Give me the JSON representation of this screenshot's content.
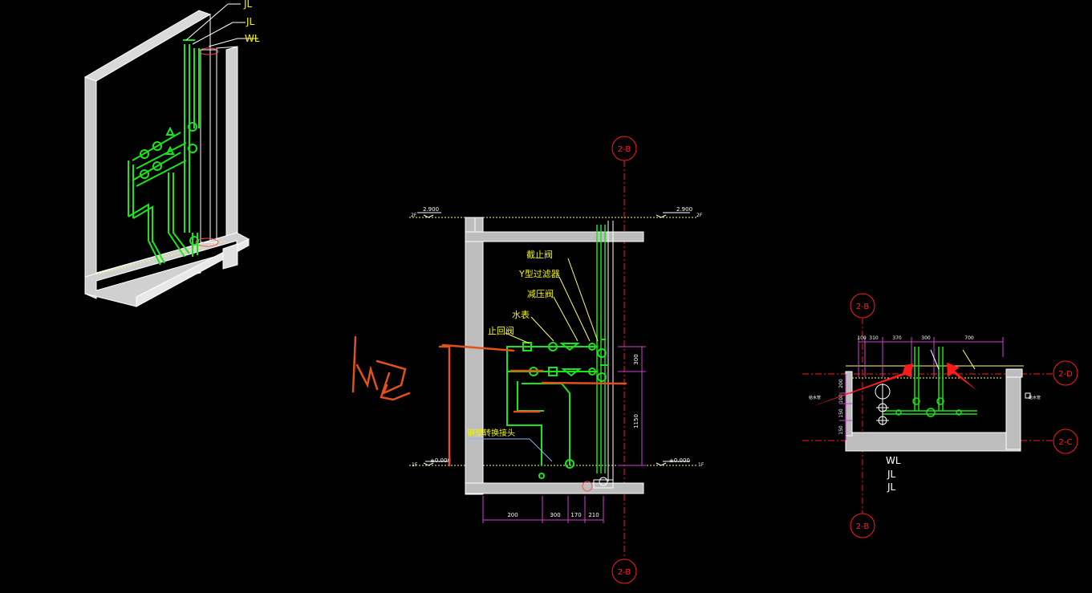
{
  "iso_view": {
    "labels": [
      "JL",
      "JL",
      "WL"
    ]
  },
  "section_view": {
    "top_level": {
      "floor": "2F",
      "elev": "2.900"
    },
    "bottom_level": {
      "floor": "1F",
      "elev": "±0.000"
    },
    "valves": {
      "gate_valve": "截止阀",
      "y_filter": "Y型过滤器",
      "pressure_reducer": "减压阀",
      "water_meter": "水表",
      "check_valve": "止回阀",
      "pipe_adapter": "钢塑转换接头"
    },
    "dims_bottom": [
      "200",
      "300",
      "170",
      "210"
    ],
    "dims_right": [
      "300",
      "1150"
    ],
    "handwriting": "165",
    "axis_label": "2-B"
  },
  "plan_view": {
    "axis_vertical": "2-B",
    "axis_d": "2-D",
    "axis_c": "2-C",
    "dims_top": [
      "100",
      "310",
      "370",
      "300",
      "700"
    ],
    "dims_left": [
      "200",
      "100",
      "150",
      "150"
    ],
    "pipe_labels": [
      "WL",
      "JL",
      "JL"
    ],
    "left_note": "给水管",
    "right_note": "给水管"
  },
  "colors": {
    "pipe_green": "#19e619",
    "wall_fill": "#bdbdbd",
    "axis_red": "#ff1a1a",
    "text_yellow": "#f5f500",
    "dim_magenta": "#d040d0",
    "markup_orange": "#e0521a"
  }
}
